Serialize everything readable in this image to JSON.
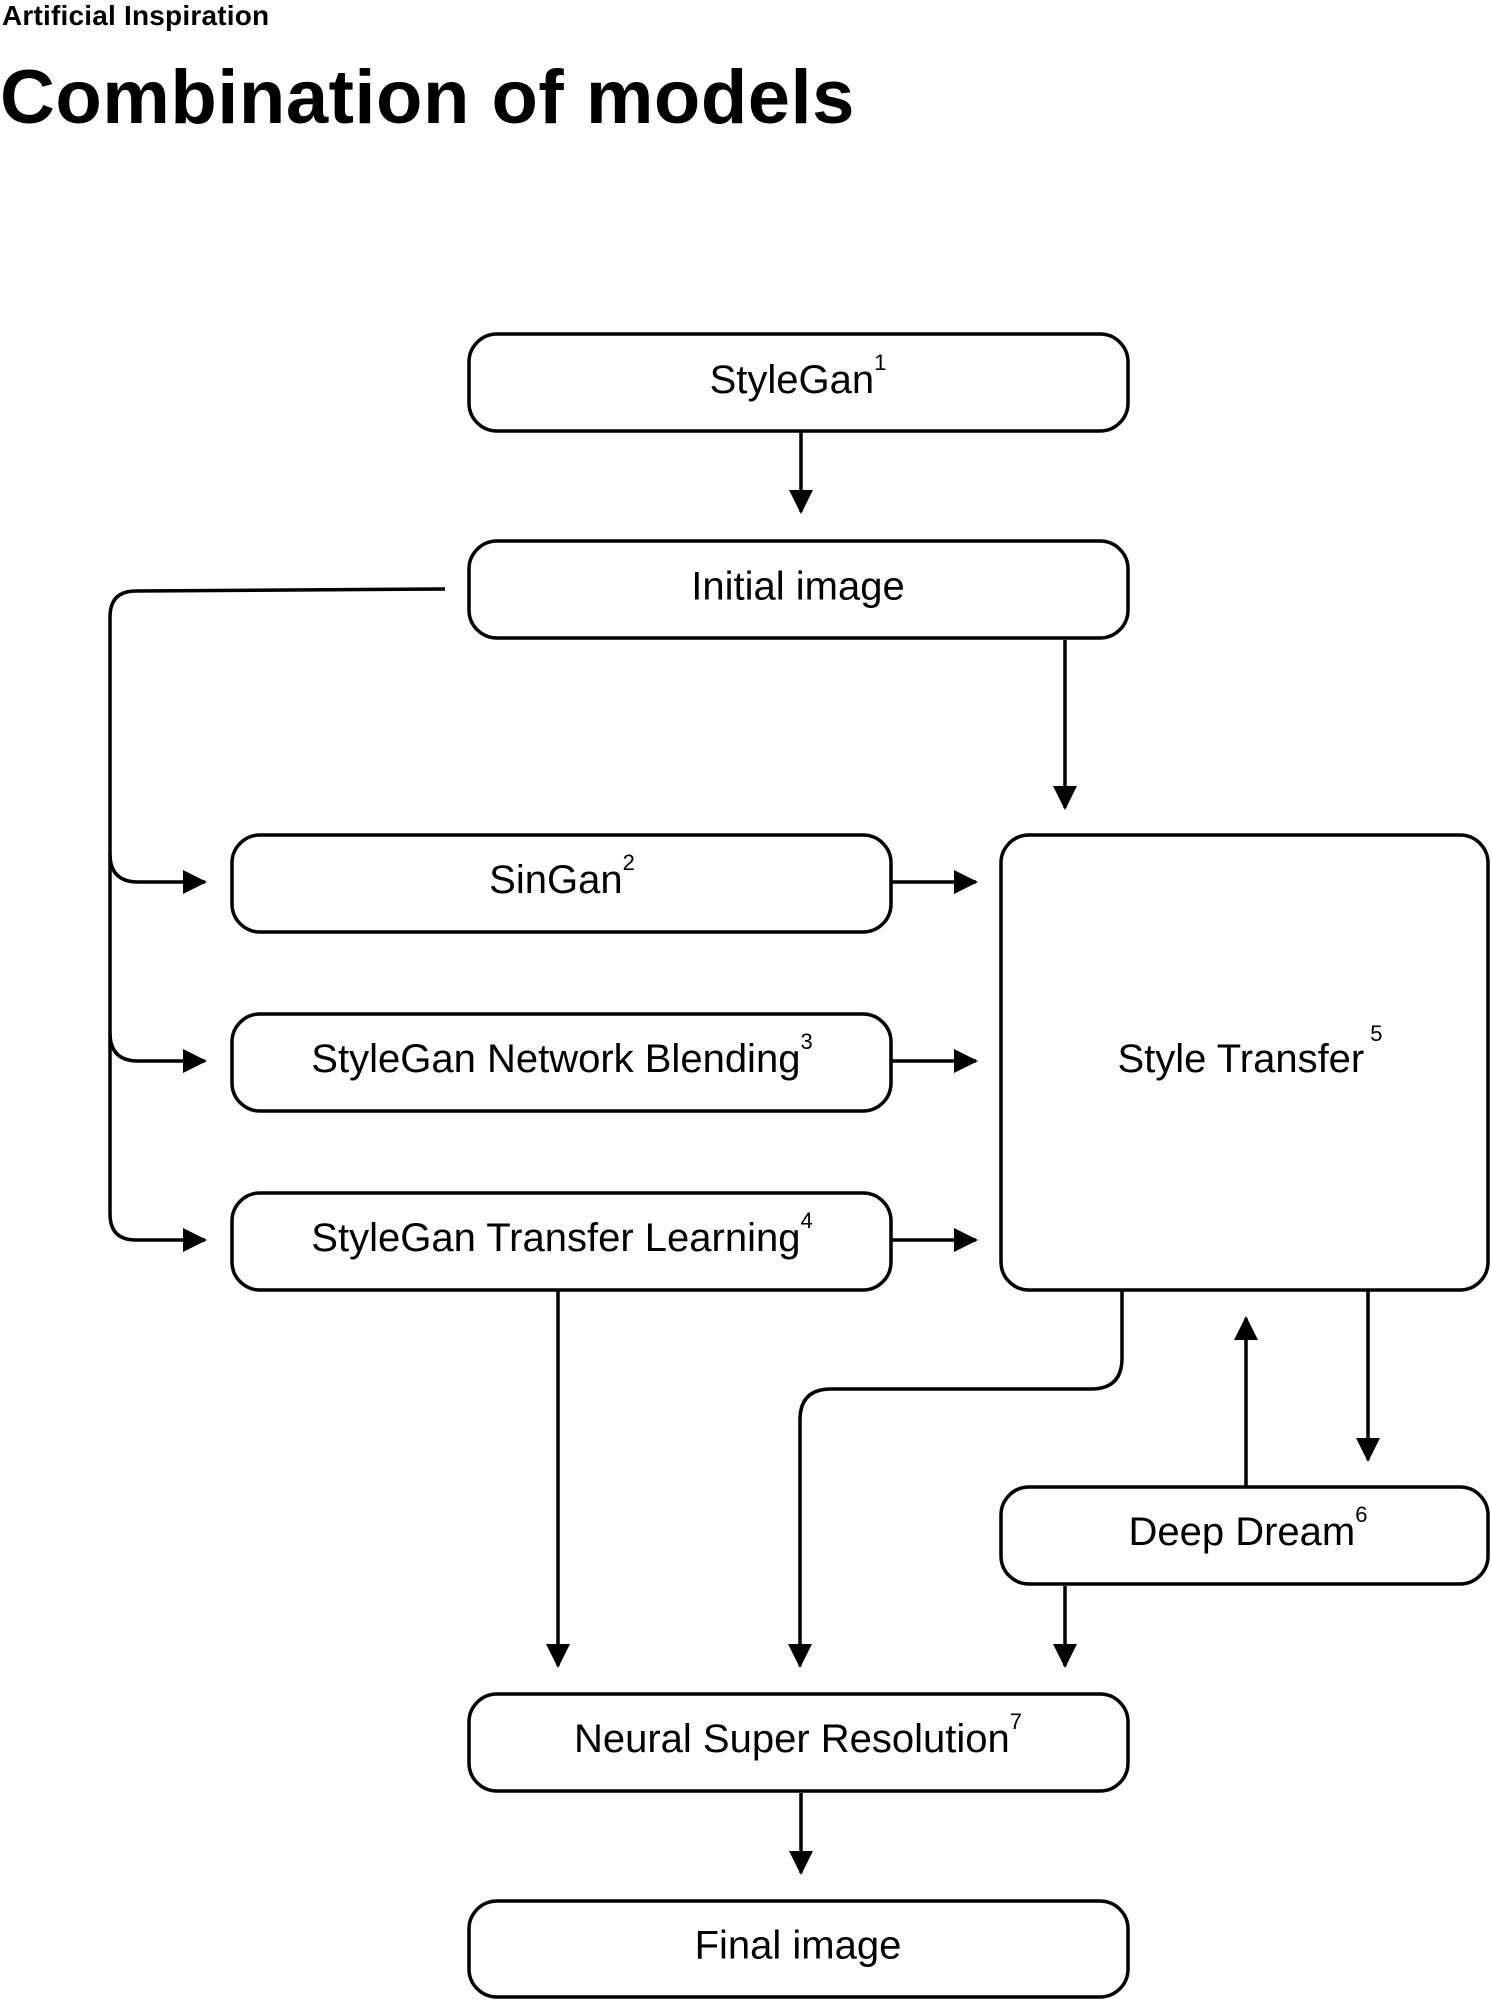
{
  "header": {
    "eyebrow": "Artificial Inspiration",
    "title": "Combination of models"
  },
  "nodes": {
    "stylegan": {
      "label": "StyleGan",
      "note": "1"
    },
    "initial_image": {
      "label": "Initial image"
    },
    "singan": {
      "label": "SinGan",
      "note": "2"
    },
    "network_blending": {
      "label": "StyleGan Network Blending",
      "note": "3"
    },
    "transfer_learning": {
      "label": "StyleGan Transfer Learning",
      "note": "4"
    },
    "style_transfer": {
      "label": "Style Transfer",
      "note": "5"
    },
    "deep_dream": {
      "label": "Deep Dream",
      "note": "6"
    },
    "neural_super_resolution": {
      "label": "Neural Super Resolution",
      "note": "7"
    },
    "final_image": {
      "label": "Final image"
    }
  }
}
